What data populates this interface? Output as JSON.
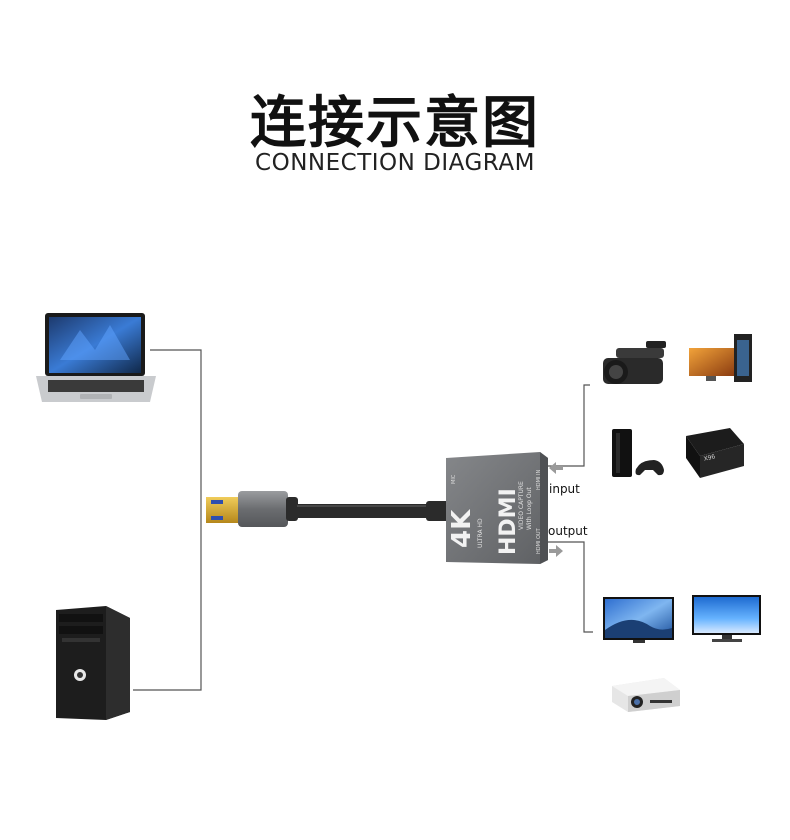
{
  "title_cn": "连接示意图",
  "title_en": "CONNECTION DIAGRAM",
  "labels": {
    "input": "input",
    "output": "output"
  },
  "device": {
    "big_4k": "4K",
    "sub_4k": "ULTRA HD",
    "hdmi": "HDMI",
    "line1": "VIDEO CAPTURE",
    "line2": "With Loop Out",
    "port_in": "HDMI IN",
    "port_out": "HDMI OUT",
    "port_mic": "MIC"
  },
  "colors": {
    "device_body": "#707274",
    "cable": "#2b2b2b",
    "connector_gold": "#d4a62a",
    "usb_blue": "#2f4fae",
    "lines": "#555555"
  },
  "left_devices": [
    "laptop-icon",
    "desktop-tower-icon"
  ],
  "input_devices": [
    "camcorder-icon",
    "gaming-pc-icon",
    "game-console-icon",
    "tv-box-icon"
  ],
  "output_devices": [
    "tv-icon",
    "monitor-icon",
    "projector-icon"
  ]
}
